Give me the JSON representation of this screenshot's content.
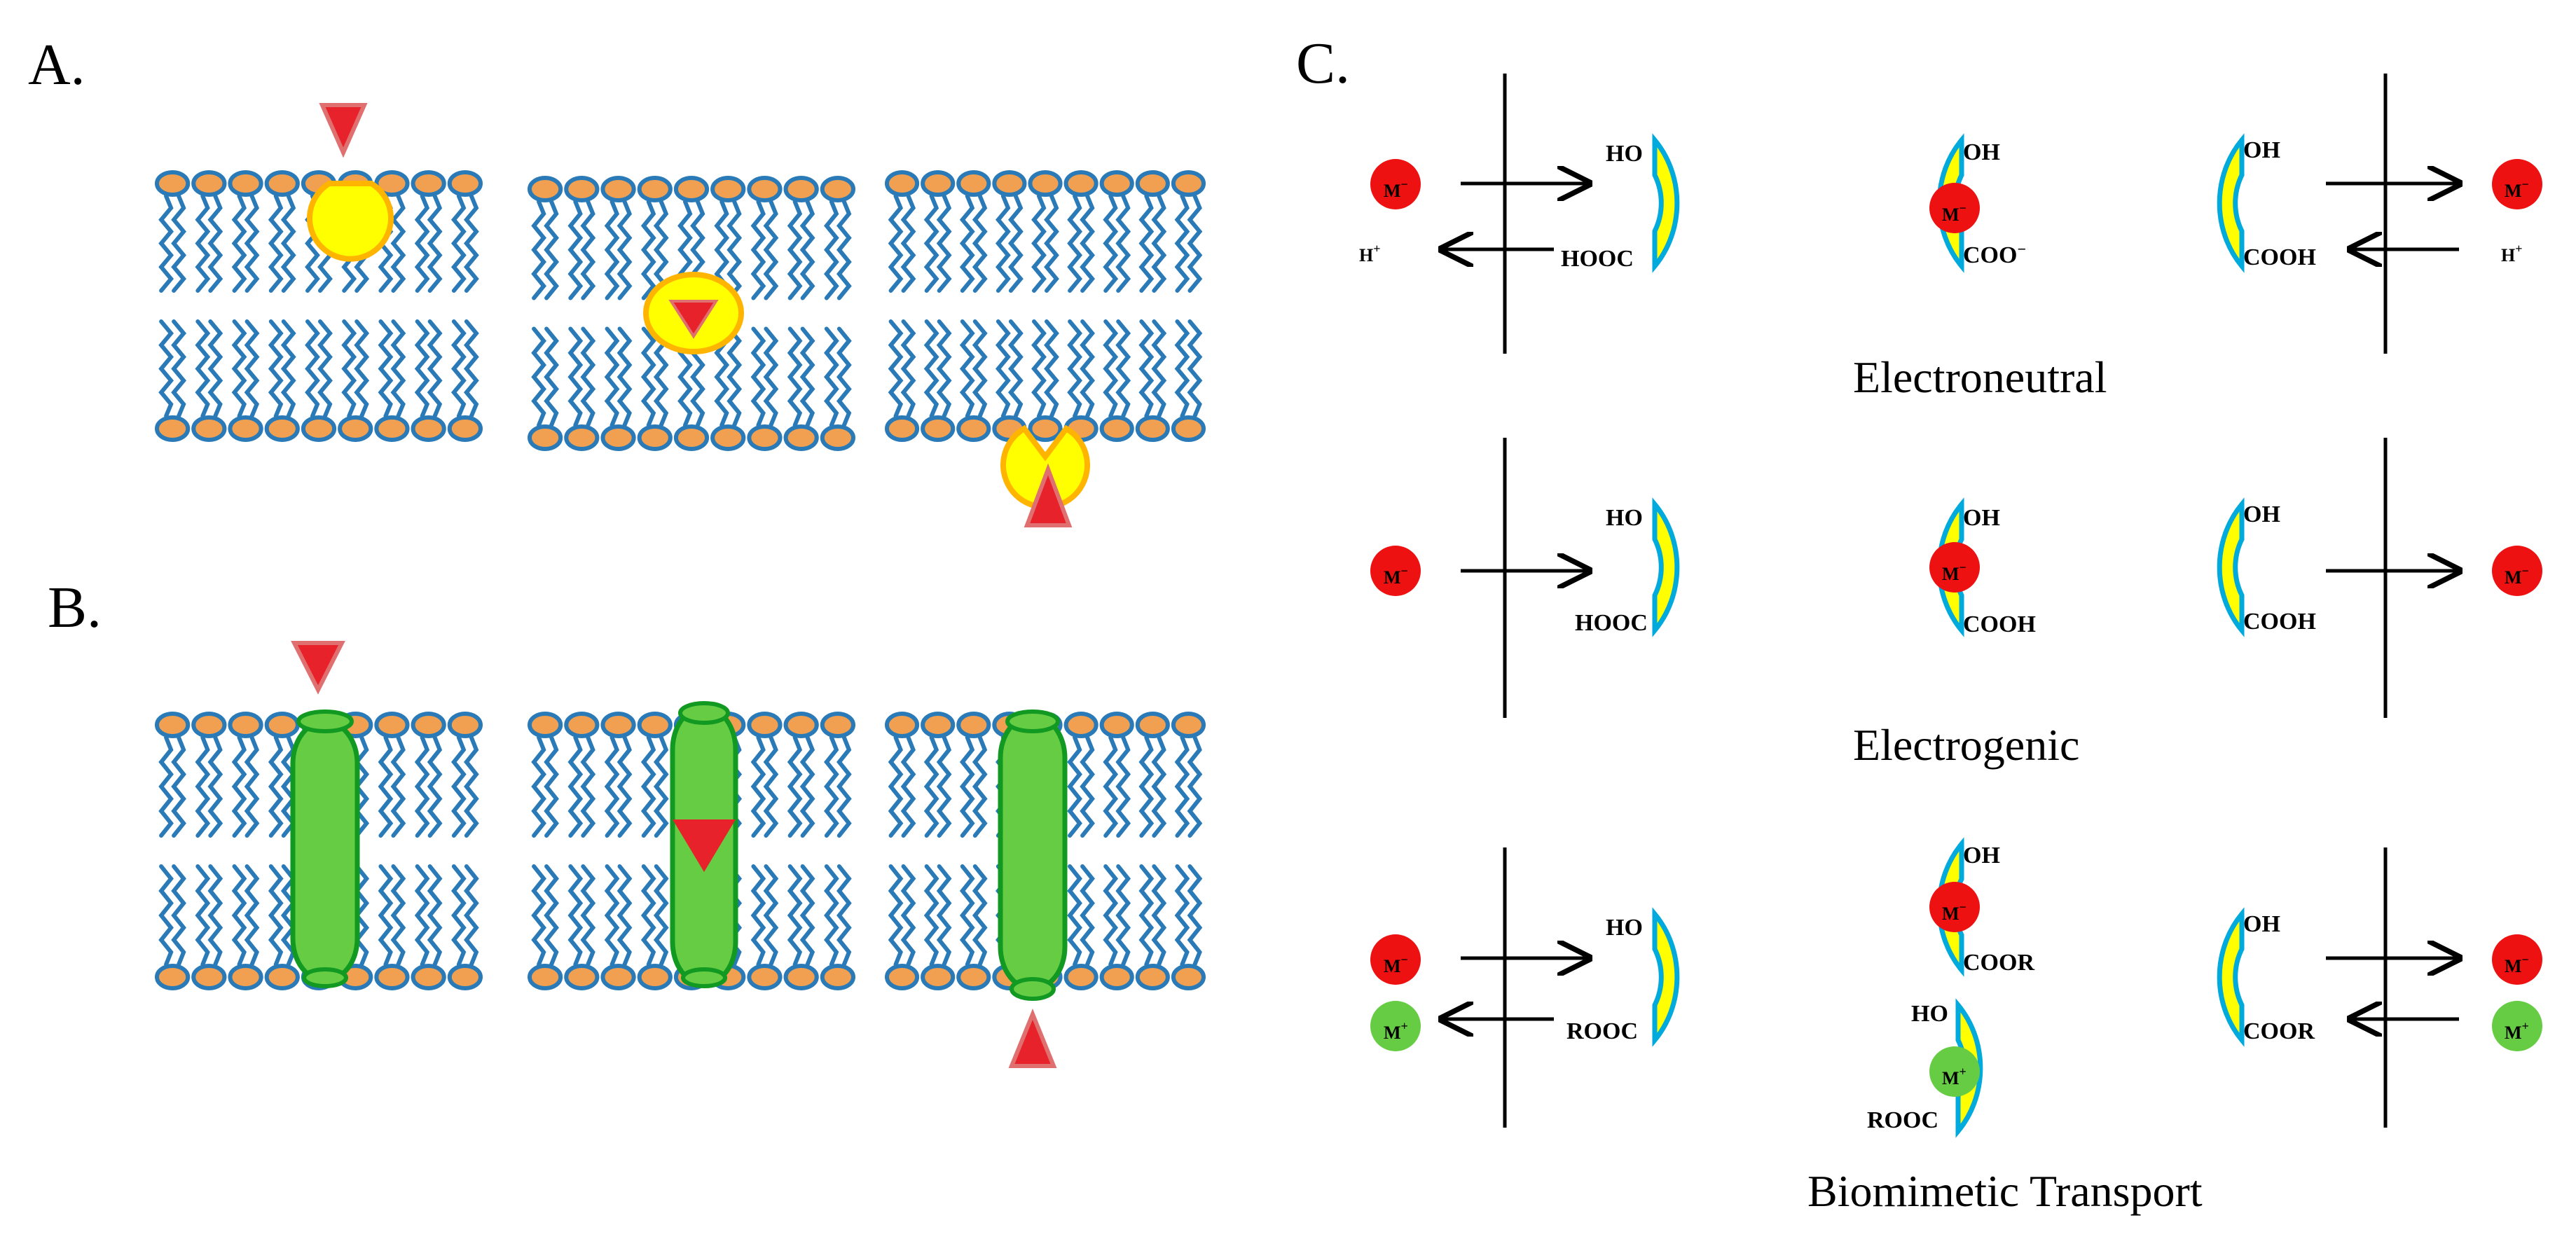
{
  "panels": {
    "a": {
      "label": "A."
    },
    "b": {
      "label": "B."
    },
    "c": {
      "label": "C."
    }
  },
  "captions": {
    "electroneutral": "Electroneutral",
    "electrogenic": "Electrogenic",
    "biomimetic": "Biomimetic  Transport"
  },
  "groups": {
    "ho": "HO",
    "oh": "OH",
    "hooc": "HOOC",
    "cooh": "COOH",
    "coo_minus": "COO",
    "cooh_label": "COOH",
    "rooc": "ROOC",
    "coor": "COOR"
  },
  "ions": {
    "metal_minus": "M",
    "metal_plus": "M",
    "proton": "H",
    "minus_sign": "−",
    "plus_sign": "+"
  },
  "colors": {
    "lipid_head": "#f0a050",
    "lipid_outline": "#2a7ab8",
    "lipid_tail": "#2a7ab8",
    "carrier": "#ffff00",
    "carrier_outline_a": "#ffb400",
    "carrier_outline_c": "#00aadd",
    "channel": "#66cc44",
    "channel_outline": "#119922",
    "cargo": "#e8222a",
    "ion_red": "#ee1111",
    "ion_green": "#66cc44"
  }
}
